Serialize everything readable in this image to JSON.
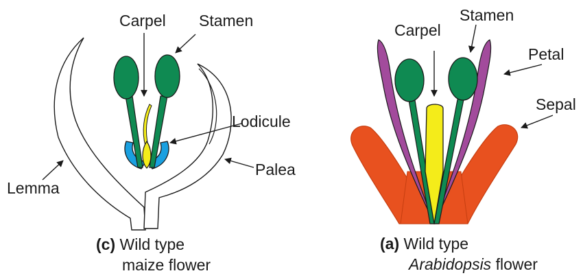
{
  "maize": {
    "labels": {
      "carpel": "Carpel",
      "stamen": "Stamen",
      "lodicule": "Lodicule",
      "lemma": "Lemma",
      "palea": "Palea"
    },
    "caption": {
      "marker": "(c)",
      "line1": "Wild type",
      "line2": "maize flower"
    }
  },
  "arabidopsis": {
    "labels": {
      "carpel": "Carpel",
      "stamen": "Stamen",
      "petal": "Petal",
      "sepal": "Sepal"
    },
    "caption": {
      "marker": "(a)",
      "line1": "Wild type",
      "line2_italic": "Arabidopsis",
      "line2_rest": " flower"
    }
  },
  "colors": {
    "stamen_green": "#0f8a52",
    "carpel_yellow": "#f4ec1a",
    "lodicule_blue": "#1aa0e0",
    "petal_purple": "#a24b9c",
    "sepal_orange": "#e8511f",
    "outline": "#1a1a1a"
  }
}
